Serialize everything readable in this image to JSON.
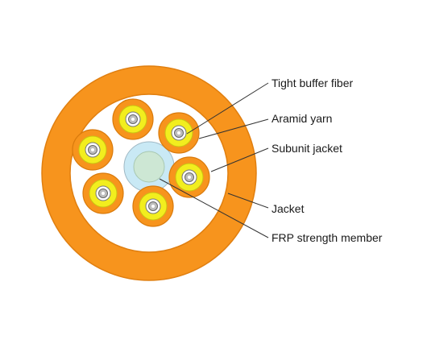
{
  "colors": {
    "jacket": "#f7941d",
    "jacket_edge": "#e07f10",
    "aramid_yarn": "#f2ee1e",
    "fiber_core": "#bdbdbd",
    "subunit_jacket": "#f7941d",
    "frp_member": "#cde7d4",
    "frp_ring": "#c9e9f5",
    "leader_line": "#333333"
  },
  "labels": {
    "tight_buffer_fiber": "Tight buffer fiber",
    "aramid_yarn": "Aramid yarn",
    "subunit_jacket": "Subunit jacket",
    "jacket": "Jacket",
    "frp_strength_member": "FRP strength member"
  },
  "subunits": [
    {
      "id": "top"
    },
    {
      "id": "upper-right"
    },
    {
      "id": "lower-right"
    },
    {
      "id": "bottom"
    },
    {
      "id": "lower-left"
    },
    {
      "id": "upper-left"
    }
  ]
}
